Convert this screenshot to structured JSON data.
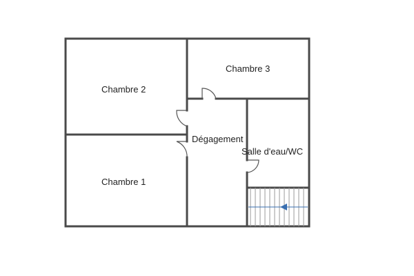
{
  "rooms": [
    {
      "id": "chambre-2",
      "label": "Chambre 2"
    },
    {
      "id": "chambre-3",
      "label": "Chambre 3"
    },
    {
      "id": "chambre-1",
      "label": "Chambre 1"
    },
    {
      "id": "degagement",
      "label": "Dégagement"
    },
    {
      "id": "salle-eau",
      "label": "Salle d'eau/WC"
    }
  ],
  "colors": {
    "wall": "#4a4a4a",
    "door": "#555555",
    "stair": "#999999",
    "arrow": "#3a6fb0"
  }
}
